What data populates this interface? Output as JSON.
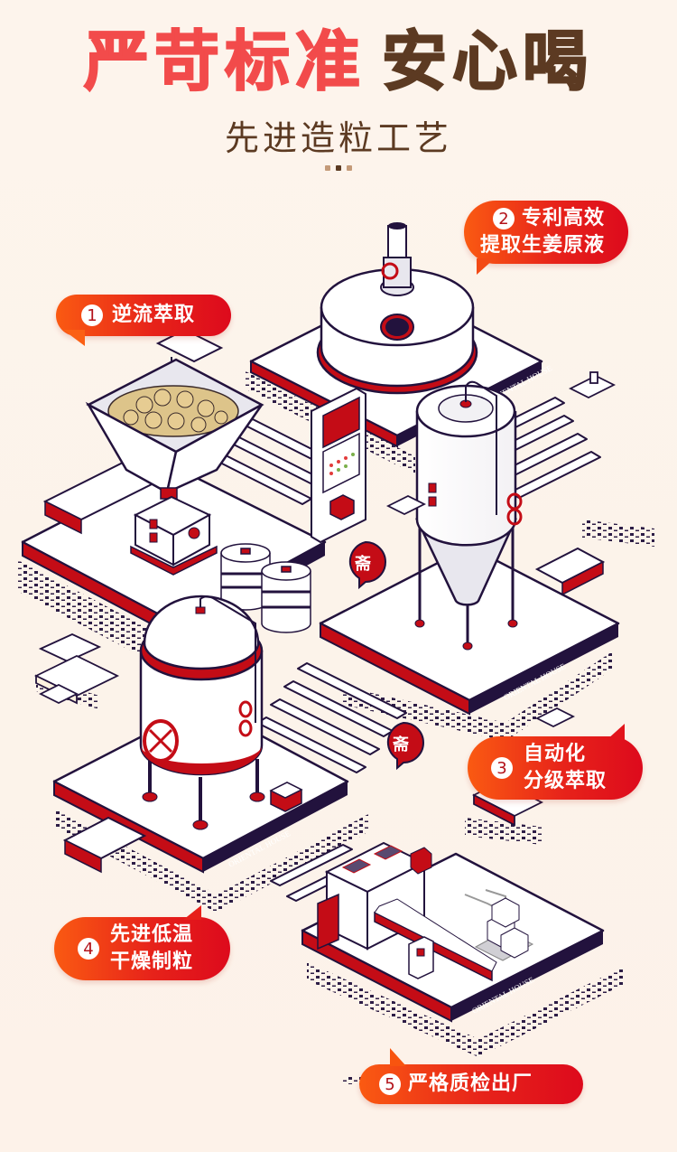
{
  "header": {
    "title_red": "严苛标准",
    "title_brown": "安心喝",
    "subtitle": "先进造粒工艺",
    "pager": {
      "count": 3,
      "active_index": 1
    }
  },
  "colors": {
    "background": "#fdf4ec",
    "title_red": "#f24b4b",
    "title_brown": "#5c3a22",
    "bubble_start": "#fa5a12",
    "bubble_end": "#dd0a1c",
    "machine_red": "#c40c16",
    "outline_navy": "#22123d",
    "dot_inactive": "#c49a78",
    "dot_active": "#5c3a22"
  },
  "steps": [
    {
      "number": "1",
      "lines": [
        "逆流萃取"
      ]
    },
    {
      "number": "2",
      "lines": [
        "专利高效",
        "提取生姜原液"
      ]
    },
    {
      "number": "3",
      "lines": [
        "自动化",
        "分级萃取"
      ]
    },
    {
      "number": "4",
      "lines": [
        "先进低温",
        "干燥制粒"
      ]
    },
    {
      "number": "5",
      "lines": [
        "严格质检出厂"
      ]
    }
  ],
  "illustration": {
    "platform_label": "ORIENTAL HOUSE",
    "logo_glyph": "斋",
    "machines": [
      "ginger-hopper",
      "extraction-tank",
      "control-panel",
      "conical-fermenter",
      "kegs",
      "pressure-tank",
      "dryer-conveyor",
      "box-trolley"
    ]
  }
}
